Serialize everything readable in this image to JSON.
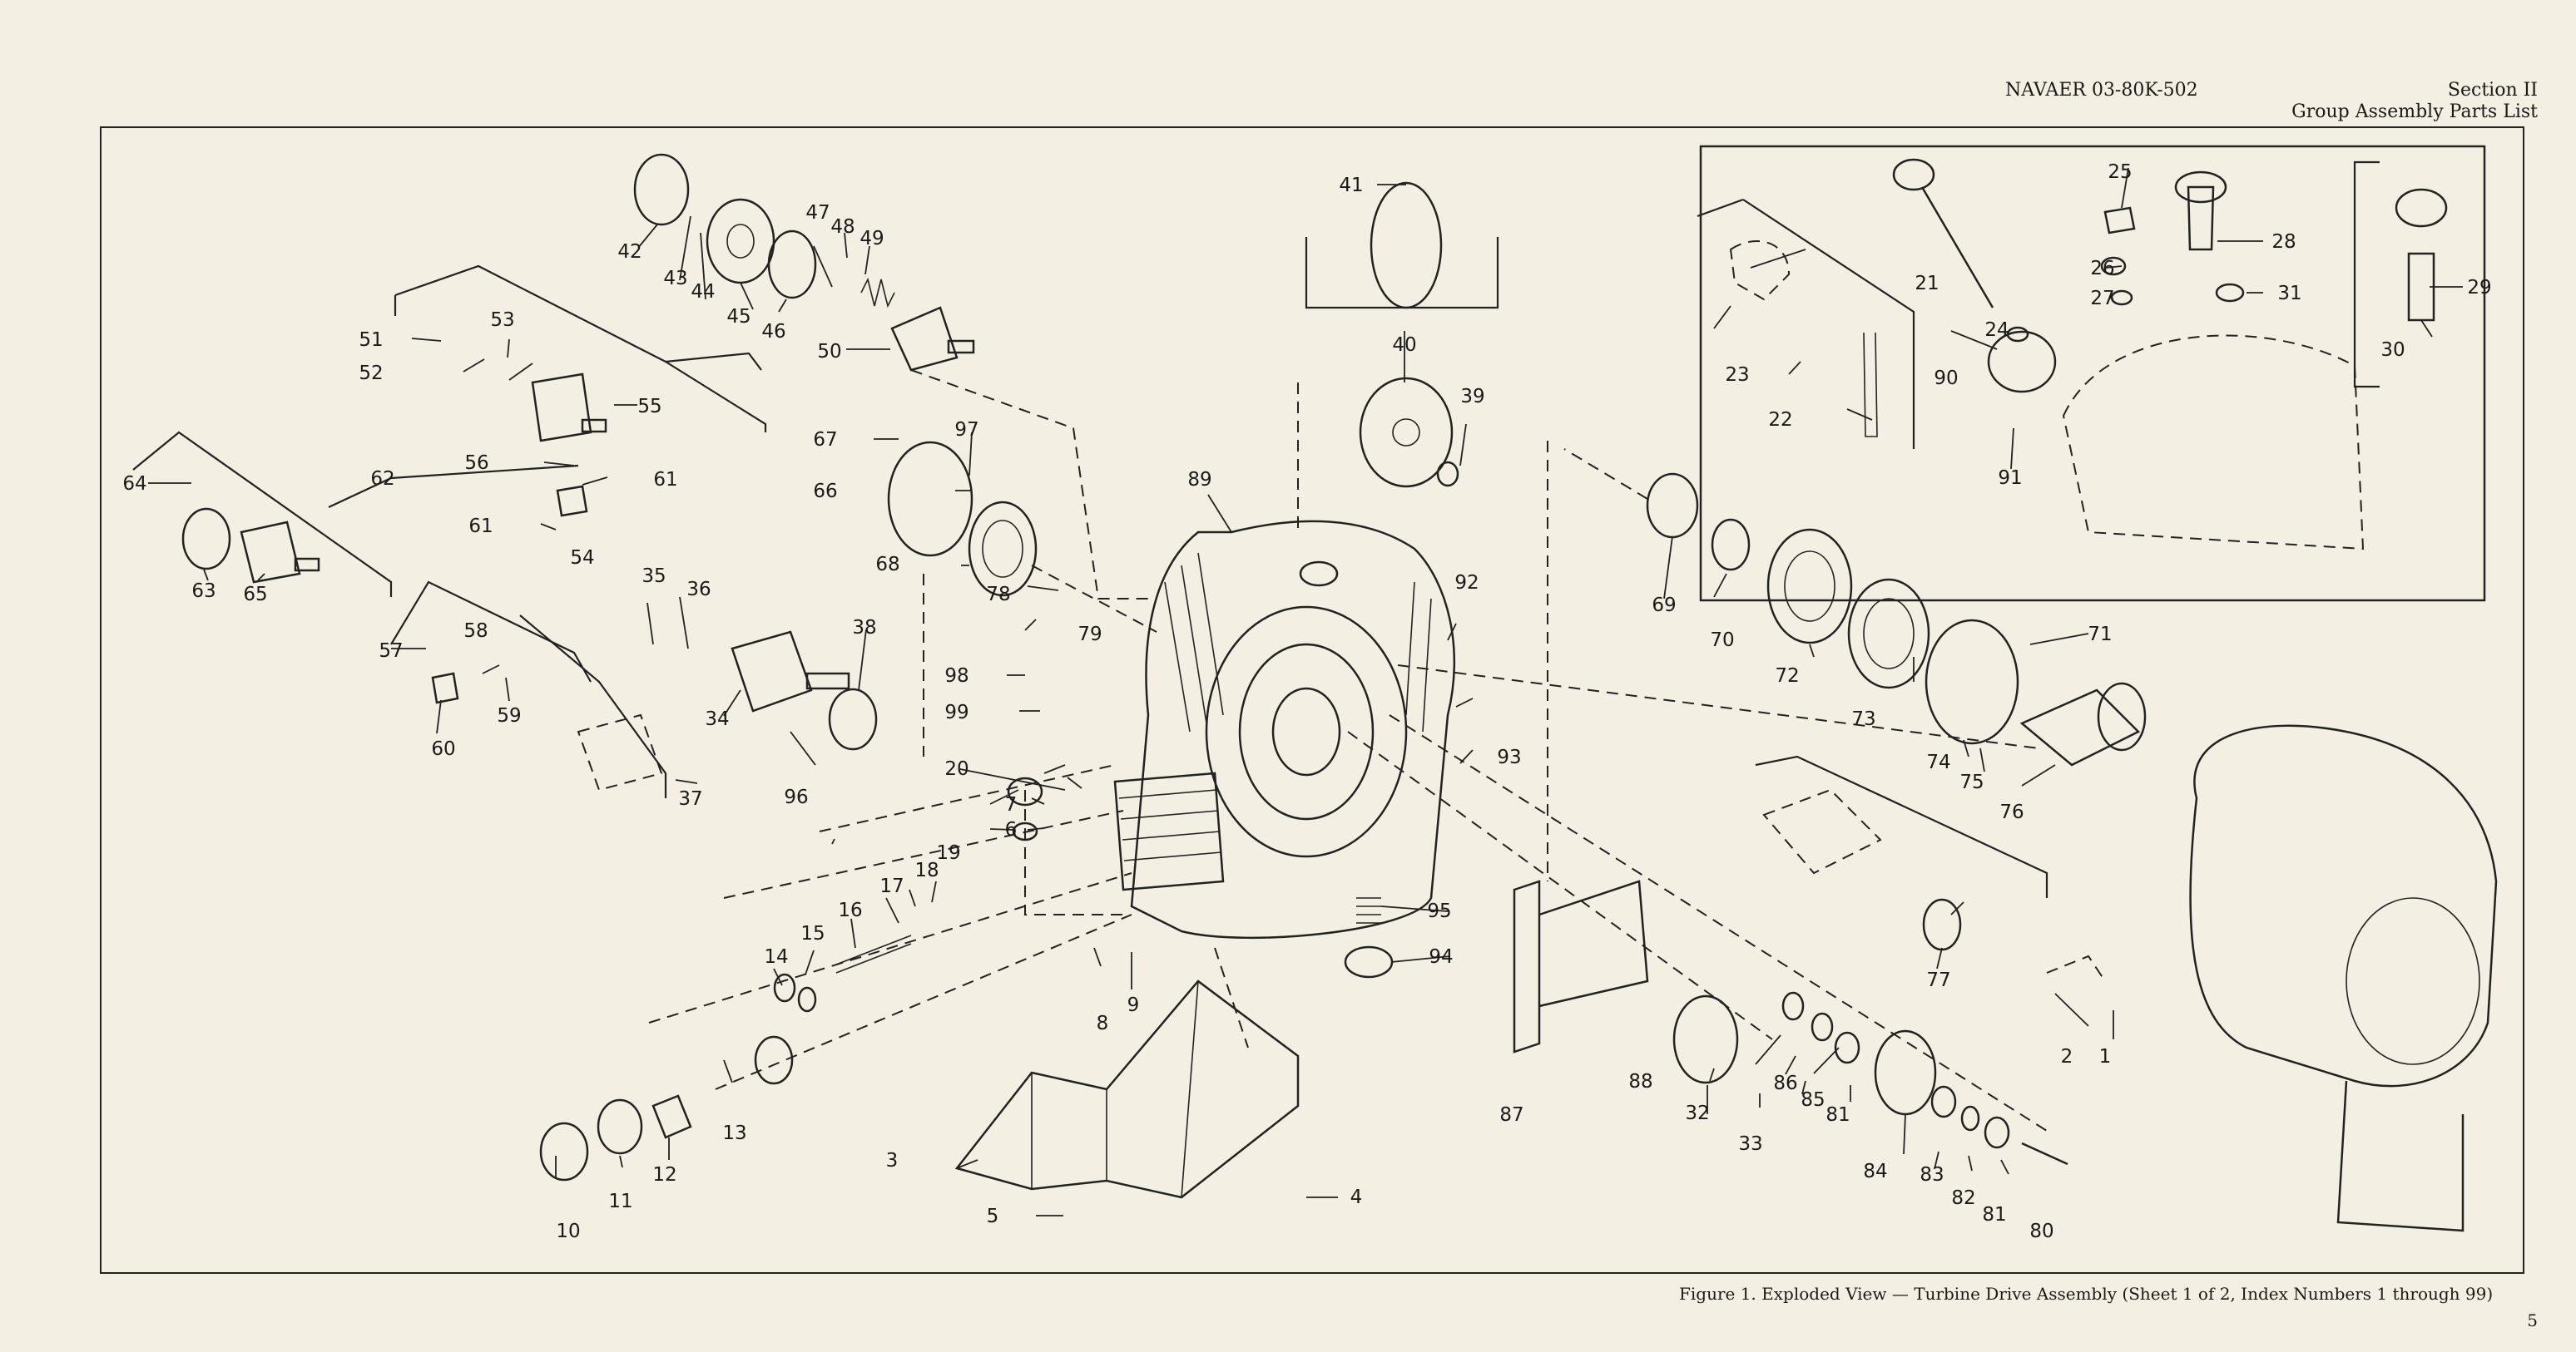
{
  "header": {
    "doc_number": "NAVAER 03-80K-502",
    "section": "Section II",
    "section_title": "Group Assembly Parts List"
  },
  "caption": "Figure 1.  Exploded View — Turbine Drive Assembly (Sheet 1 of 2, Index Numbers 1 through 99)",
  "page_number": "5",
  "callouts": [
    "1",
    "2",
    "3",
    "4",
    "5",
    "6",
    "7",
    "8",
    "9",
    "10",
    "11",
    "12",
    "13",
    "14",
    "15",
    "16",
    "17",
    "18",
    "19",
    "20",
    "21",
    "22",
    "23",
    "24",
    "25",
    "26",
    "27",
    "28",
    "29",
    "30",
    "31",
    "32",
    "33",
    "34",
    "35",
    "36",
    "37",
    "38",
    "39",
    "40",
    "41",
    "42",
    "43",
    "44",
    "45",
    "46",
    "47",
    "48",
    "49",
    "50",
    "51",
    "52",
    "53",
    "54",
    "55",
    "56",
    "57",
    "58",
    "59",
    "60",
    "61",
    "61",
    "62",
    "63",
    "64",
    "65",
    "66",
    "67",
    "68",
    "69",
    "70",
    "71",
    "72",
    "73",
    "74",
    "75",
    "76",
    "77",
    "78",
    "79",
    "80",
    "81",
    "81",
    "82",
    "83",
    "84",
    "85",
    "86",
    "87",
    "88",
    "89",
    "90",
    "91",
    "92",
    "93",
    "94",
    "95",
    "96",
    "97",
    "98",
    "99"
  ]
}
